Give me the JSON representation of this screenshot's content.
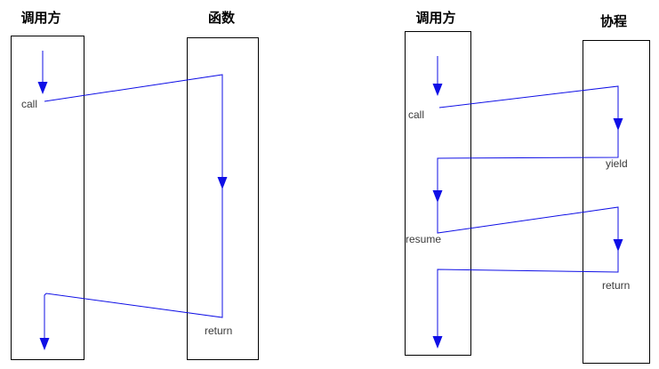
{
  "colors": {
    "flow": "#0f0fe6",
    "box_border": "#000000",
    "box_fill": "#ffffff",
    "label": "#3a3a3a",
    "title": "#000000"
  },
  "left_diagram": {
    "caller_title": "调用方",
    "callee_title": "函数",
    "labels": {
      "call": "call",
      "return": "return"
    }
  },
  "right_diagram": {
    "caller_title": "调用方",
    "callee_title": "协程",
    "labels": {
      "call": "call",
      "yield": "yield",
      "resume": "resume",
      "return": "return"
    }
  }
}
